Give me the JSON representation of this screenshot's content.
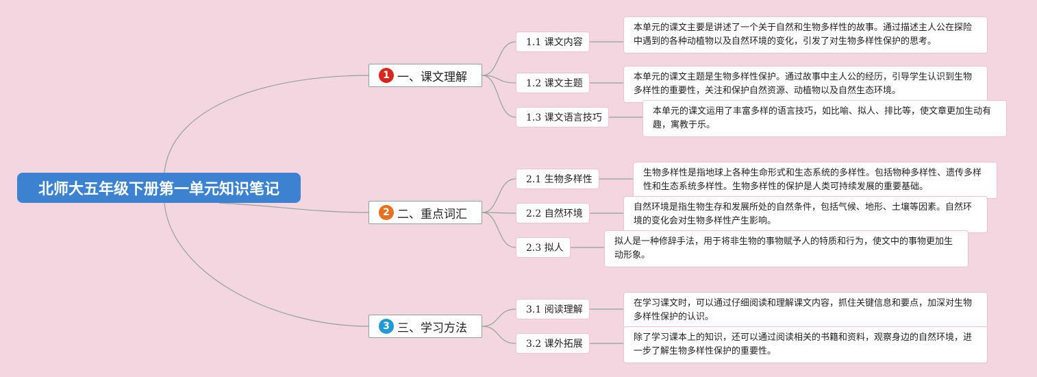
{
  "root": {
    "title": "北师大五年级下册第一单元知识笔记"
  },
  "colors": {
    "background": "#f3d6df",
    "root": "#3d82d1",
    "badge1": "#d9261c",
    "badge2": "#e8701f",
    "badge3": "#1e9ad6",
    "connector": "#8fa39a"
  },
  "branches": [
    {
      "number": "1",
      "label": "一、课文理解",
      "items": [
        {
          "label": "1.1 课文内容",
          "detail": "本单元的课文主要是讲述了一个关于自然和生物多样性的故事。通过描述主人公在探险中遇到的各种动植物以及自然环境的变化，引发了对生物多样性保护的思考。"
        },
        {
          "label": "1.2 课文主题",
          "detail": "本单元的课文主题是生物多样性保护。通过故事中主人公的经历，引导学生认识到生物多样性的重要性，关注和保护自然资源、动植物以及自然生态环境。"
        },
        {
          "label": "1.3 课文语言技巧",
          "detail": "本单元的课文运用了丰富多样的语言技巧，如比喻、拟人、排比等，使文章更加生动有趣，寓教于乐。"
        }
      ]
    },
    {
      "number": "2",
      "label": "二、重点词汇",
      "items": [
        {
          "label": "2.1 生物多样性",
          "detail": "生物多样性是指地球上各种生命形式和生态系统的多样性。包括物种多样性、遗传多样性和生态系统多样性。生物多样性的保护是人类可持续发展的重要基础。"
        },
        {
          "label": "2.2 自然环境",
          "detail": "自然环境是指生物生存和发展所处的自然条件，包括气候、地形、土壤等因素。自然环境的变化会对生物多样性产生影响。"
        },
        {
          "label": "2.3 拟人",
          "detail": "拟人是一种修辞手法，用于将非生物的事物赋予人的特质和行为，使文中的事物更加生动形象。"
        }
      ]
    },
    {
      "number": "3",
      "label": "三、学习方法",
      "items": [
        {
          "label": "3.1 阅读理解",
          "detail": "在学习课文时，可以通过仔细阅读和理解课文内容，抓住关键信息和要点，加深对生物多样性保护的认识。"
        },
        {
          "label": "3.2 课外拓展",
          "detail": "除了学习课本上的知识，还可以通过阅读相关的书籍和资料，观察身边的自然环境，进一步了解生物多样性保护的重要性。"
        }
      ]
    }
  ]
}
